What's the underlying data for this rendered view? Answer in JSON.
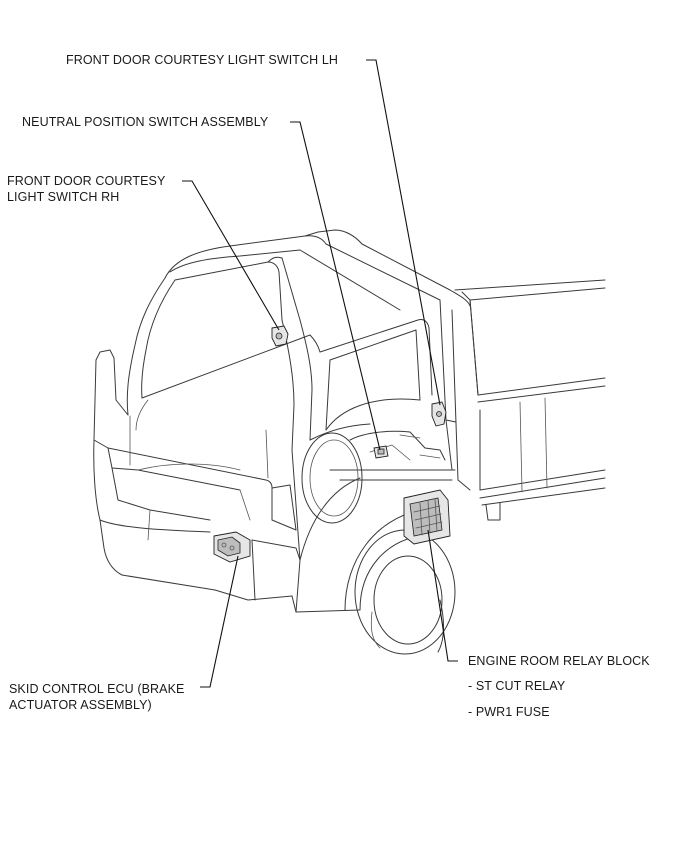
{
  "labels": {
    "lh_switch": "FRONT DOOR COURTESY LIGHT SWITCH LH",
    "neutral_switch": "NEUTRAL POSITION SWITCH ASSEMBLY",
    "rh_switch_line1": "FRONT DOOR COURTESY",
    "rh_switch_line2": "LIGHT SWITCH RH",
    "relay_block": "ENGINE ROOM RELAY BLOCK",
    "relay_item_1": "- ST CUT RELAY",
    "relay_item_2": "- PWR1 FUSE",
    "ecu_line1": "SKID CONTROL ECU (BRAKE",
    "ecu_line2": "ACTUATOR ASSEMBLY)"
  },
  "colors": {
    "line": "#3a3a3a",
    "leader": "#111111",
    "background": "#ffffff"
  }
}
